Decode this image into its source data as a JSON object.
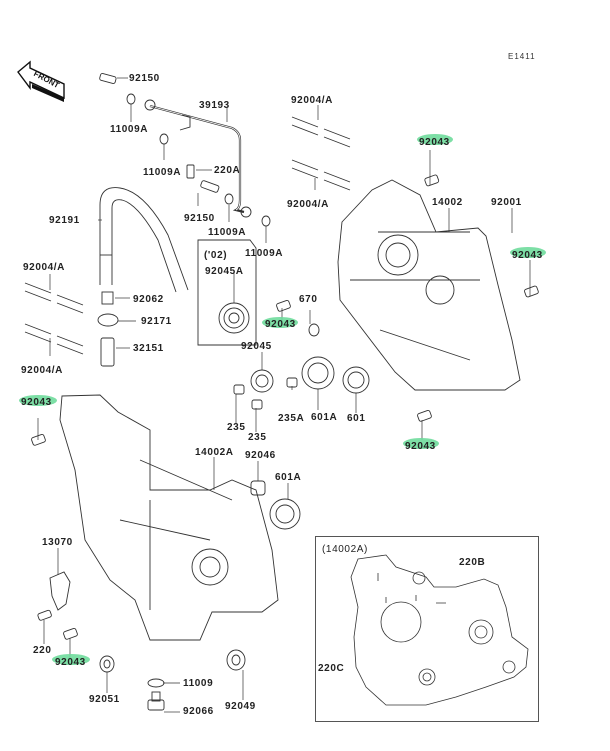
{
  "diagram": {
    "code": "E1411",
    "front_label": "FRONT",
    "highlight_color": "#6fdc9c",
    "highlighted_part": "92043",
    "inset_title": "(14002A)",
    "bearing_group_note": "('02)"
  },
  "labels": {
    "l92150a": "92150",
    "l11009a1": "11009A",
    "l39193": "39193",
    "l11009a2": "11009A",
    "l220a": "220A",
    "l92191": "92191",
    "l92150b": "92150",
    "l11009a3": "11009A",
    "l11009a4": "11009A",
    "l92004a1": "92004/A",
    "l92004a2": "92004/A",
    "l92004a3": "92004/A",
    "l92004a4": "92004/A",
    "l92062": "92062",
    "l92171": "92171",
    "l32151": "32151",
    "l92045a": "92045A",
    "l92043a": "92043",
    "l670": "670",
    "l92045": "92045",
    "l235a": "235A",
    "l601a1": "601A",
    "l601": "601",
    "l235_1": "235",
    "l235_2": "235",
    "l92043b": "92043",
    "l92043c": "92043",
    "l14002": "14002",
    "l92001": "92001",
    "l92043d": "92043",
    "l92043e": "92043",
    "l14002a": "14002A",
    "l92046": "92046",
    "l601a2": "601A",
    "l13070": "13070",
    "l220": "220",
    "l92043f": "92043",
    "l92051": "92051",
    "l11009": "11009",
    "l92066": "92066",
    "l92049": "92049",
    "l220b": "220B",
    "l220c": "220C"
  }
}
